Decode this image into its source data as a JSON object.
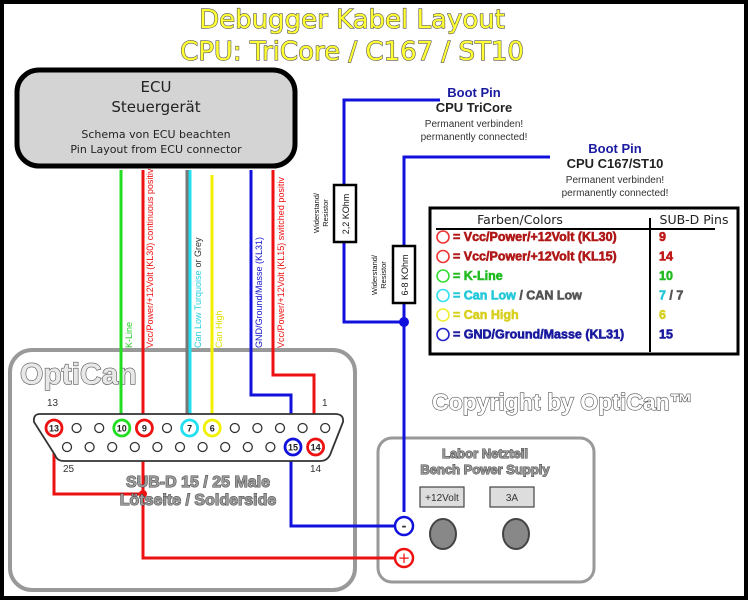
{
  "title": {
    "line1": "Debugger Kabel Layout",
    "line2": "CPU: TriCore / C167 / ST10"
  },
  "ecu": {
    "title": "ECU",
    "subtitle": "Steuergerät",
    "note1": "Schema von ECU beachten",
    "note2": "Pin Layout from ECU connector"
  },
  "wires": [
    {
      "label": "K-Line",
      "color": "#22dd22",
      "pin": "10"
    },
    {
      "label": "Vcc/Power/+12Volt (KL30) continuous positiv",
      "color": "#ee1111",
      "pin": "9"
    },
    {
      "label": "Can Low Turquoise",
      "label_suffix": "or Grey",
      "color": "#22e0f0",
      "pin": "7"
    },
    {
      "label": "Can High",
      "color": "#f2f200",
      "pin": "6"
    },
    {
      "label": "GND/Ground/Masse (KL31)",
      "color": "#1111dd",
      "pin": "15"
    },
    {
      "label": "Vcc/Power/+12Volt (KL15) switched positiv",
      "color": "#ee1111",
      "pin": "14"
    }
  ],
  "boot_pins": [
    {
      "title": "Boot Pin",
      "cpu": "CPU TriCore",
      "note1": "Permanent verbinden!",
      "note2": "permanently connected!"
    },
    {
      "title": "Boot Pin",
      "cpu": "CPU C167/ST10",
      "note1": "Permanent verbinden!",
      "note2": "permanently connected!"
    }
  ],
  "resistors": [
    {
      "label1": "Widerstand/",
      "label2": "Resistor",
      "value": "2,2 KOhm"
    },
    {
      "label1": "Widerstand/",
      "label2": "Resistor",
      "value": "6-8 KOhm"
    }
  ],
  "legend": {
    "header_colors": "Farben/Colors",
    "header_pins": "SUB-D Pins",
    "rows": [
      {
        "label": "= Vcc/Power/+12Volt (KL30)",
        "color": "#b01818",
        "circle": "#ee3333",
        "pins": "9",
        "pins_color": "#c01818"
      },
      {
        "label": "= Vcc/Power/+12Volt (KL15)",
        "color": "#b01818",
        "circle": "#ee3333",
        "pins": "14",
        "pins_color": "#c01818"
      },
      {
        "label": "= K-Line",
        "color": "#22bb22",
        "circle": "#33dd33",
        "pins": "10",
        "pins_color": "#22bb22"
      },
      {
        "label": "= Can Low",
        "label_extra": "/ CAN Low",
        "color": "#22c8d8",
        "extra_color": "#555555",
        "circle": "#33e0f0",
        "pins": "7",
        "pins_extra": "/ 7",
        "pins_color": "#22c8d8"
      },
      {
        "label": "= Can High",
        "color": "#d8d020",
        "circle": "#eeee33",
        "pins": "6",
        "pins_color": "#d8d020"
      },
      {
        "label": "= GND/Ground/Masse (KL31)",
        "color": "#1a1aa0",
        "circle": "#2222cc",
        "pins": "15",
        "pins_color": "#1a1aa0"
      }
    ]
  },
  "opticam": {
    "brand": "OptiCan",
    "connector_title": "SUB-D 15 / 25 Male",
    "connector_subtitle": "Lötseite / Solderside",
    "pin_num_13": "13",
    "pin_num_1": "1",
    "pin_num_25": "25",
    "pin_num_14": "14",
    "marked_pins": [
      "13",
      "10",
      "9",
      "7",
      "6",
      "15",
      "14"
    ]
  },
  "copyright": "Copyright by OptiCan™",
  "power_supply": {
    "title1": "Labor Netzteil",
    "title2": "Bench Power Supply",
    "voltage": "+12Volt",
    "current": "3A",
    "minus": "-",
    "plus": "+"
  }
}
